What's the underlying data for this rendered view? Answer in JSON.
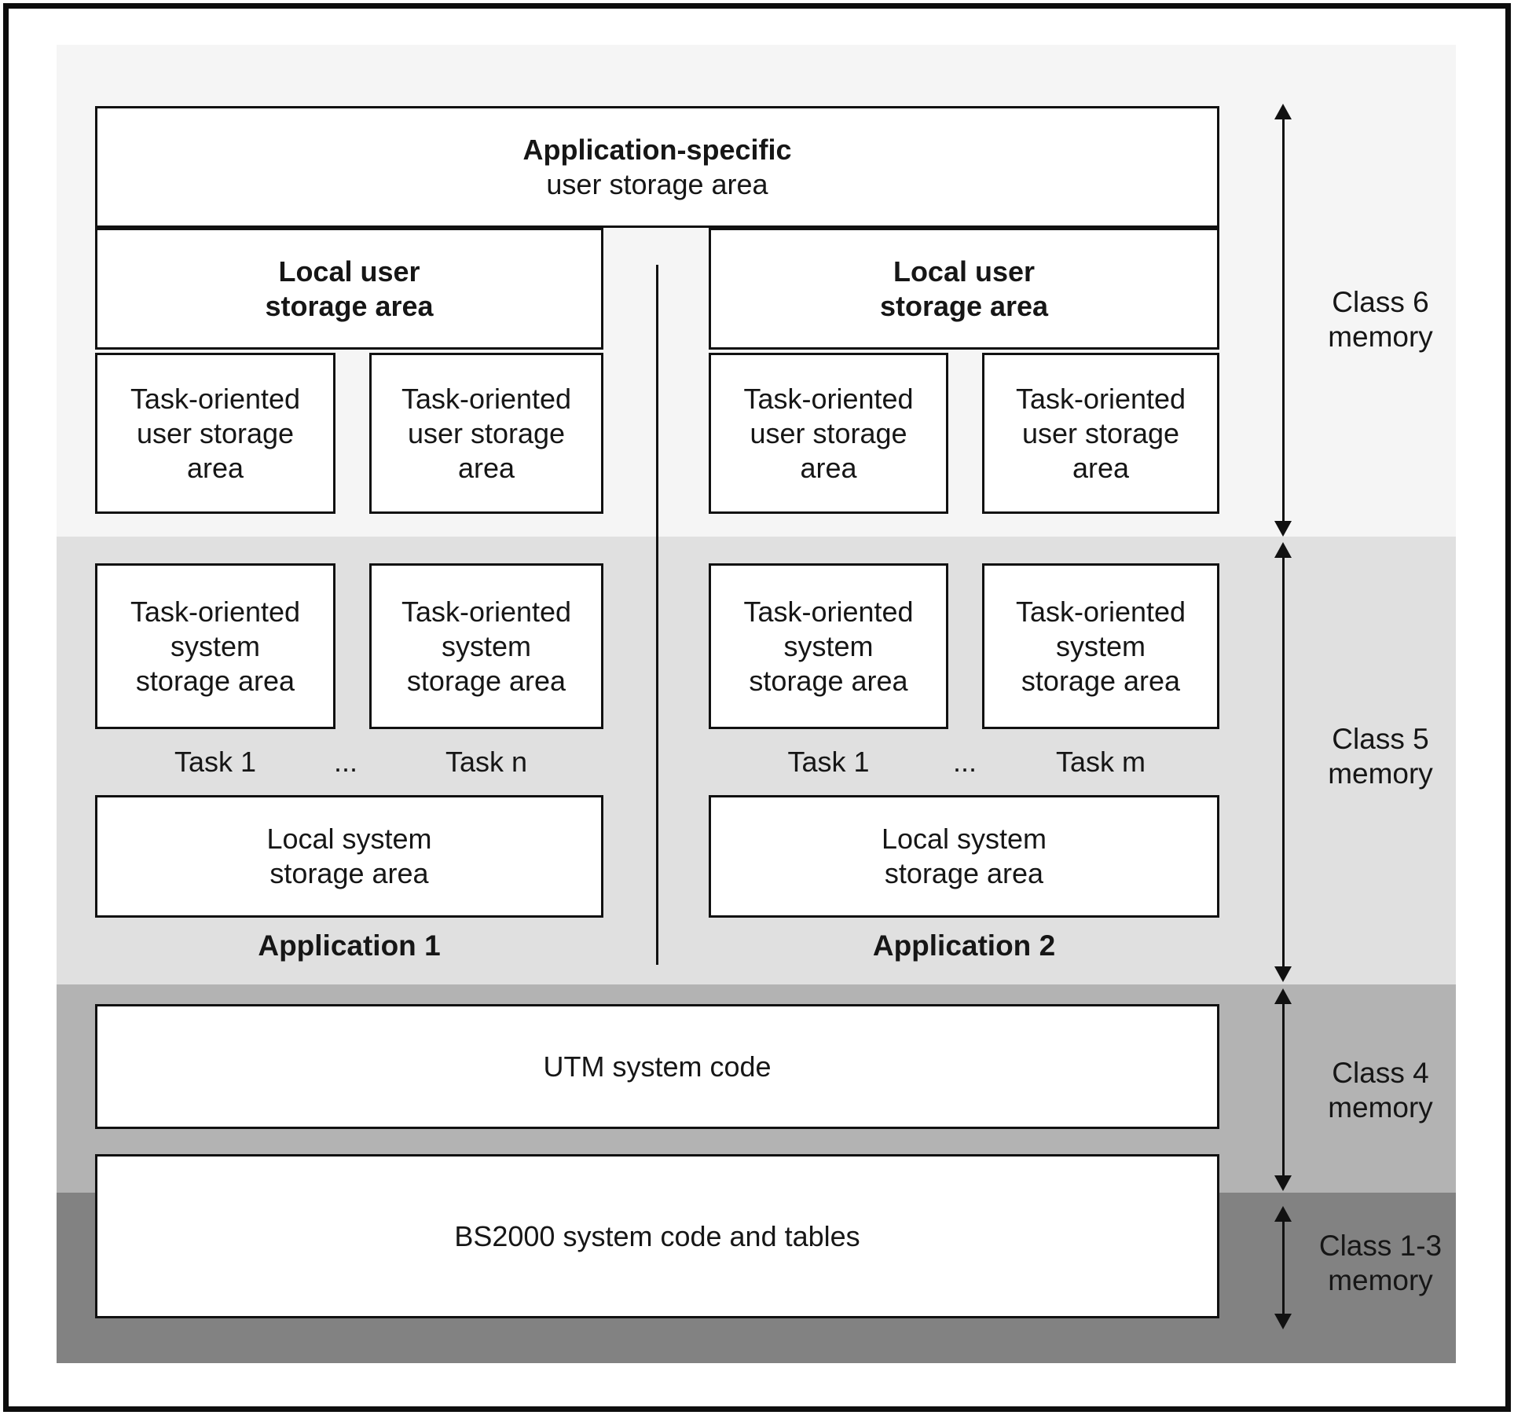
{
  "diagram": {
    "app_specific": {
      "line1": "Application-specific",
      "line2": "user storage area"
    },
    "local_user": {
      "line1": "Local user",
      "line2": "storage area"
    },
    "task_user": {
      "line1": "Task-oriented",
      "line2": "user storage",
      "line3": "area"
    },
    "task_system": {
      "line1": "Task-oriented",
      "line2": "system",
      "line3": "storage area"
    },
    "local_system": {
      "line1": "Local system",
      "line2": "storage area"
    },
    "utm": {
      "label": "UTM system code"
    },
    "bs2000": {
      "label": "BS2000 system code and tables"
    },
    "tasks_app1": {
      "first": "Task 1",
      "dots": "...",
      "last": "Task n"
    },
    "tasks_app2": {
      "first": "Task 1",
      "dots": "...",
      "last": "Task m"
    },
    "app1_label": "Application 1",
    "app2_label": "Application 2",
    "classes": [
      {
        "line1": "Class 6",
        "line2": "memory"
      },
      {
        "line1": "Class 5",
        "line2": "memory"
      },
      {
        "line1": "Class 4",
        "line2": "memory"
      },
      {
        "line1": "Class 1-3",
        "line2": "memory"
      }
    ],
    "colors": {
      "class6_bg": "#f5f5f5",
      "class5_bg": "#e0e0e0",
      "class4_bg": "#b3b3b3",
      "class13_bg": "#828282",
      "box_bg": "#ffffff",
      "line": "#111111",
      "text": "#161616"
    }
  }
}
